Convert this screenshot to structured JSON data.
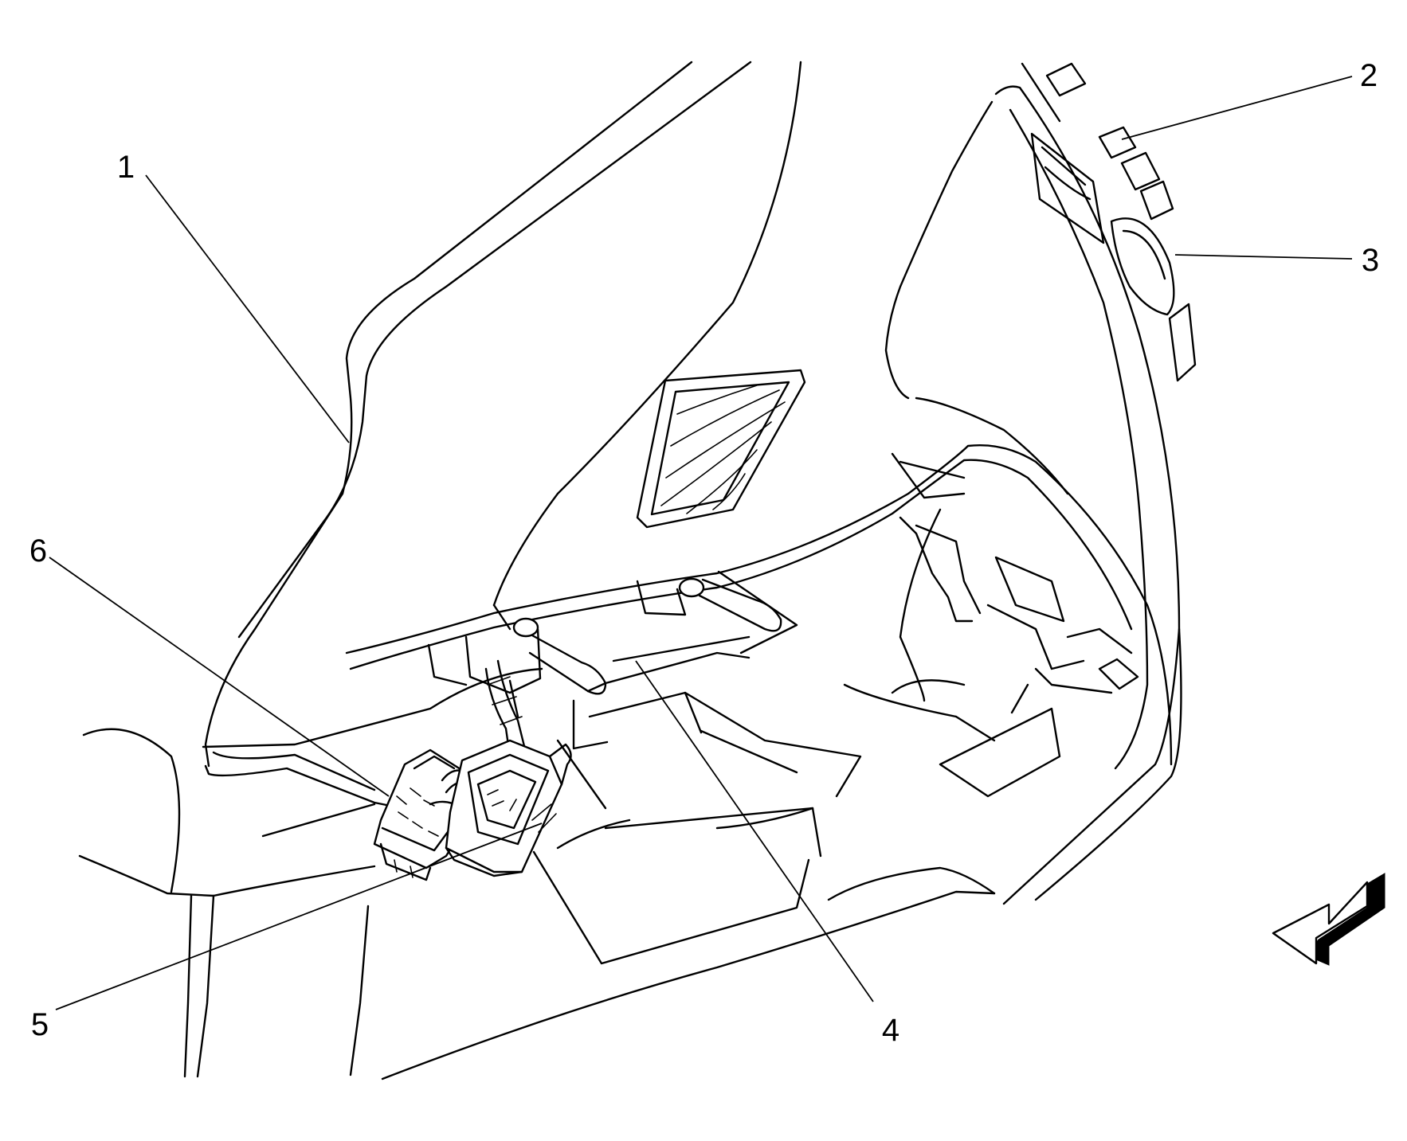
{
  "callouts": [
    {
      "label": "1"
    },
    {
      "label": "2"
    },
    {
      "label": "3"
    },
    {
      "label": "4"
    },
    {
      "label": "5"
    },
    {
      "label": "6"
    }
  ],
  "colors": {
    "ink": "#000000",
    "paper": "#ffffff"
  },
  "icons": {
    "view_arrow": "forward-view-arrow-icon"
  }
}
